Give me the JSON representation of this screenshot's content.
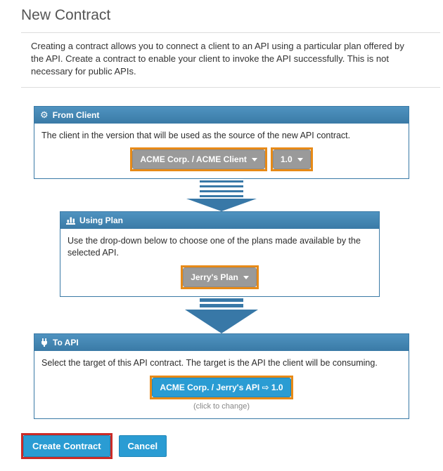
{
  "page": {
    "title": "New Contract",
    "intro": "Creating a contract allows you to connect a client to an API using a particular plan offered by the API. Create a contract to enable your client to invoke the API successfully. This is not necessary for public APIs."
  },
  "icons": {
    "cogs_glyph": "⚙"
  },
  "panels": {
    "from_client": {
      "title": "From Client",
      "description": "The client in the version that will be used as the source of the new API contract.",
      "client": "ACME Corp. / ACME Client",
      "version": "1.0"
    },
    "using_plan": {
      "title": "Using Plan",
      "description": "Use the drop-down below to choose one of the plans made available by the selected API.",
      "plan": "Jerry's Plan"
    },
    "to_api": {
      "title": "To API",
      "description": "Select the target of this API contract. The target is the API the client will be consuming.",
      "api": "ACME Corp. / Jerry's API ⇨ 1.0",
      "hint": "(click to change)"
    }
  },
  "actions": {
    "create": "Create Contract",
    "cancel": "Cancel"
  },
  "colors": {
    "panel_blue": "#3a7aa6",
    "panel_header_top": "#4f93c0",
    "arrow_blue": "#3878a7",
    "button_blue": "#2a9cd3",
    "dropdown_gray": "#9a9a9a",
    "annotation_orange": "#e78a17",
    "annotation_red": "#cb2b27"
  }
}
